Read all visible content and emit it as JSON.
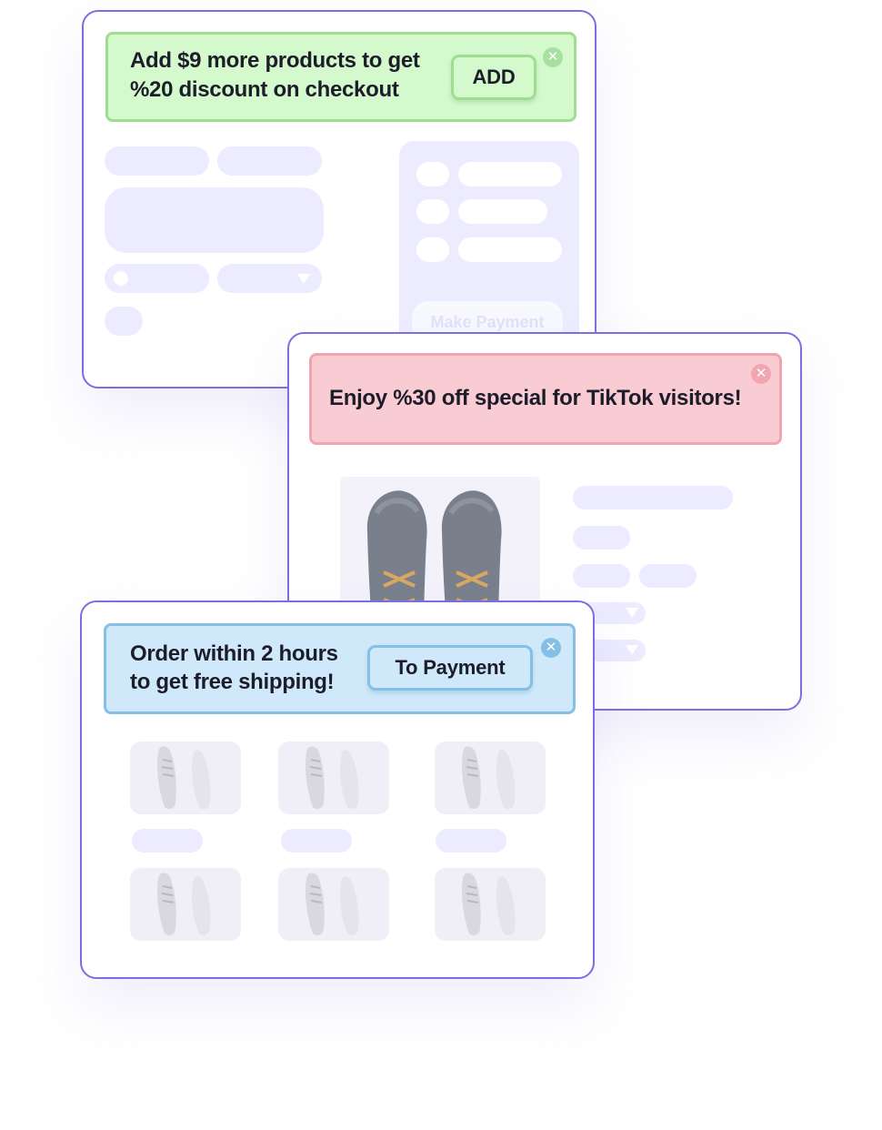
{
  "card1": {
    "banner": {
      "text_line1": "Add $9 more products to get",
      "text_line2": "%20 discount on checkout",
      "button_label": "ADD",
      "close_glyph": "✕",
      "bg": "#d3f9cd",
      "border": "#9fde91"
    },
    "payment_button_label": "Make Payment"
  },
  "card2": {
    "banner": {
      "text": "Enjoy %30 off special for TikTok visitors!",
      "close_glyph": "✕",
      "bg": "#f9ccd3",
      "border": "#f0a6b0"
    },
    "product_image_icon": "shoe-pair-icon"
  },
  "card3": {
    "banner": {
      "text_line1": "Order within 2 hours",
      "text_line2": "to get free shipping!",
      "button_label": "To Payment",
      "close_glyph": "✕",
      "bg": "#cfe9fb",
      "border": "#86bfe6"
    },
    "product_icon": "sneaker-pair-icon"
  },
  "colors": {
    "card_border": "#7b6fe0",
    "placeholder": "#ecebff"
  }
}
